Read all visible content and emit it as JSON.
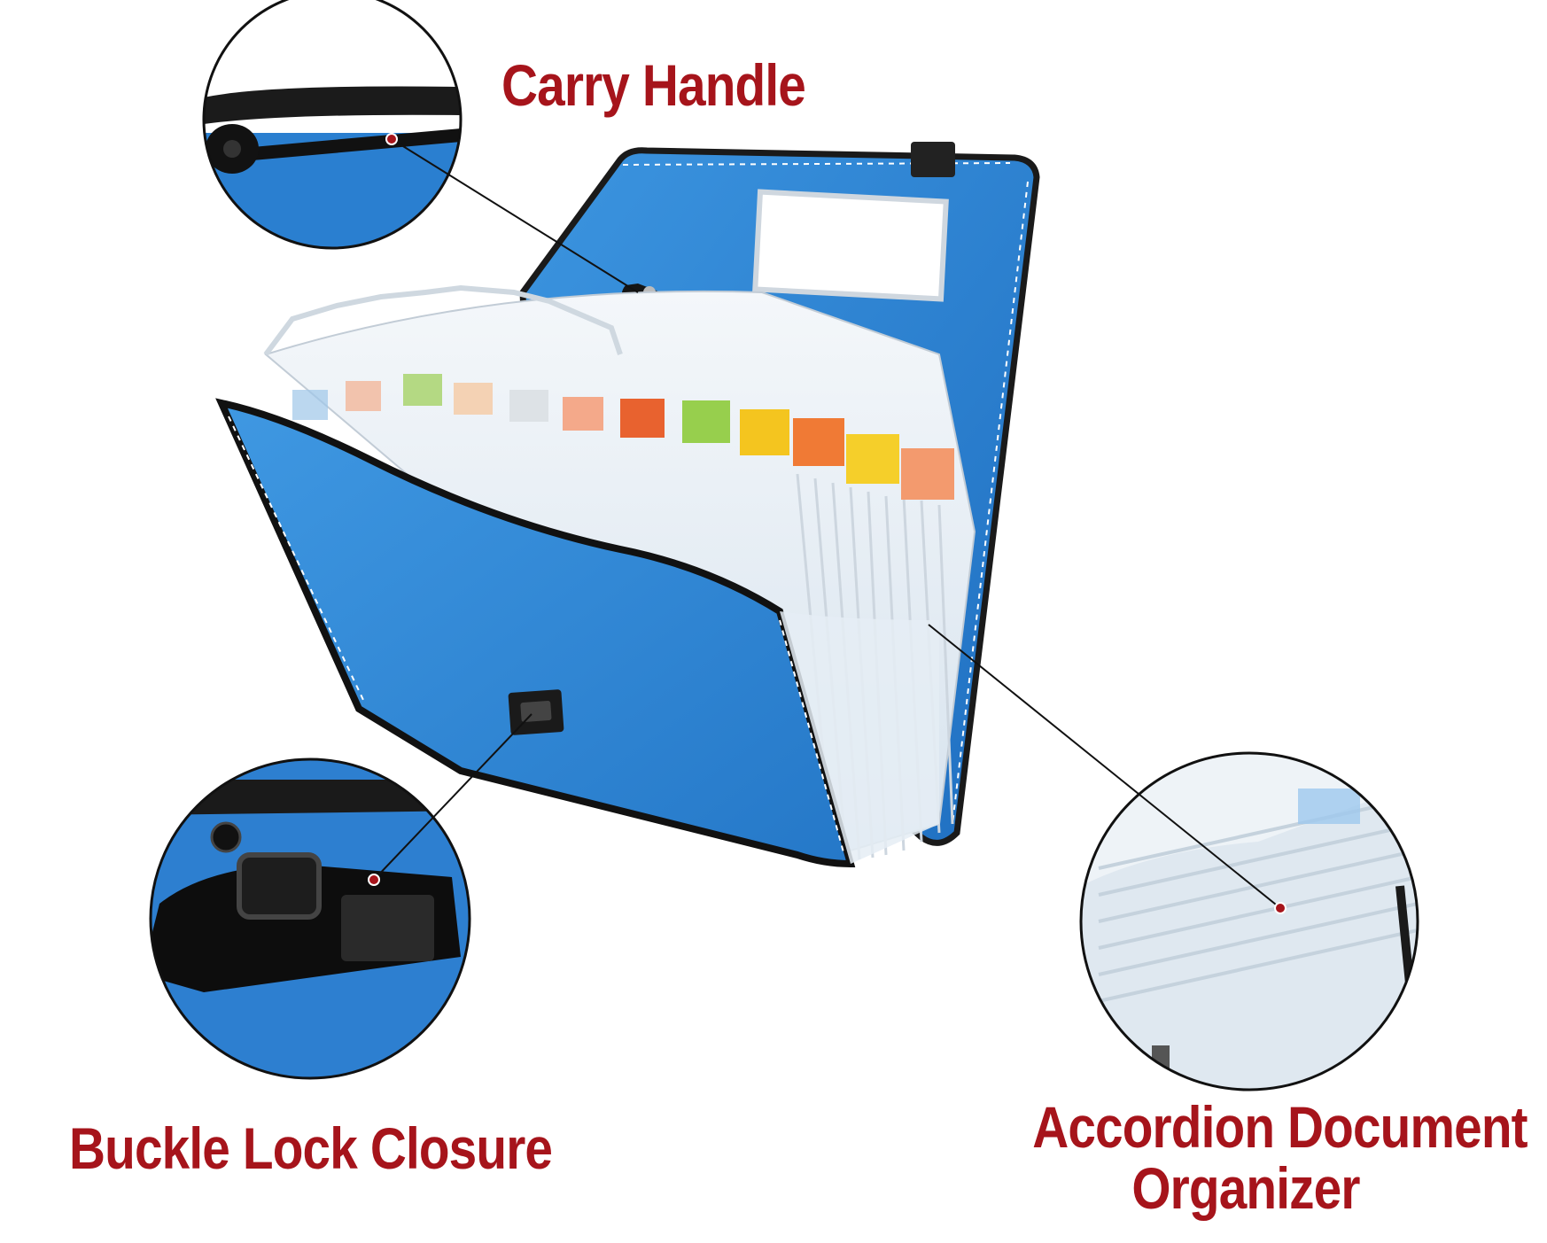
{
  "callouts": {
    "carry_handle": "Carry Handle",
    "buckle_lock": "Buckle Lock Closure",
    "accordion_line1": "Accordion Document",
    "accordion_line2": "Organizer"
  },
  "colors": {
    "label_red": "#a6141b",
    "folder_blue": "#2f86d6",
    "folder_blue_dark": "#1f66b4",
    "pocket_white": "#e9eef3"
  },
  "tab_colors": [
    "#9ec6e8",
    "#f2b69a",
    "#a9d46f",
    "#f5c9a2",
    "#dde2e6",
    "#f4a98a",
    "#e8622f",
    "#97cf4d",
    "#f4c51f",
    "#f07a35",
    "#f5cf2a",
    "#f39a6e"
  ]
}
